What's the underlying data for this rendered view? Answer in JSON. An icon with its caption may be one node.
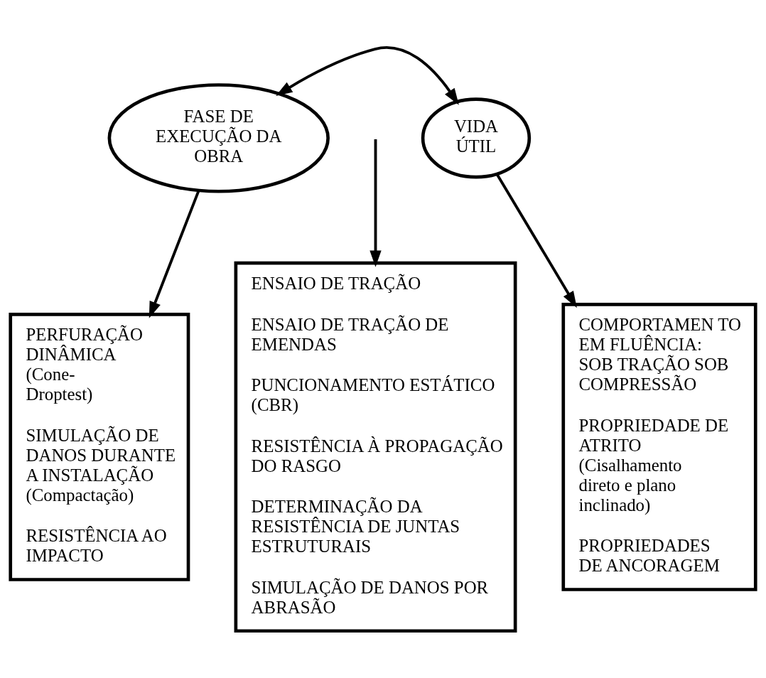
{
  "diagram": {
    "nodes": [
      {
        "text": [
          "FASE DE EXECUÇÃO DA OBRA"
        ]
      },
      {
        "text": [
          "VIDA ÚTIL"
        ]
      },
      {
        "text": [
          "PERFURAÇÃO DINÂMICA (Cone-Droptest)",
          "SIMULAÇÃO DE DANOS DURANTE A INSTALAÇÃO (Compactação)",
          "RESISTÊNCIA AO IMPACTO"
        ]
      },
      {
        "text": [
          "ENSAIO DE TRAÇÃO",
          "ENSAIO DE TRAÇÃO DE EMENDAS",
          "PUNCIONAMENTO ESTÁTICO (CBR)",
          "RESISTÊNCIA À PROPAGAÇÃO DO RASGO",
          "DETERMINAÇÃO DA RESISTÊNCIA DE JUNTAS ESTRUTURAIS",
          "SIMULAÇÃO DE DANOS POR ABRASÃO"
        ]
      },
      {
        "text": [
          "COMPORTAMEN TO EM FLUÊNCIA: SOB TRAÇÃO SOB COMPRESSÃO",
          "PROPRIEDADE DE ATRITO (Cisalhamento direto e plano inclinado)",
          "PROPRIEDADES DE ANCORAGEM"
        ]
      }
    ],
    "edges": [
      {
        "from": 0,
        "to": 1,
        "arrow": "both"
      },
      {
        "from": 0,
        "to": 2,
        "arrow": "to"
      },
      {
        "from": null,
        "to": 3,
        "arrow": "to"
      },
      {
        "from": 1,
        "to": 4,
        "arrow": "to"
      }
    ]
  }
}
